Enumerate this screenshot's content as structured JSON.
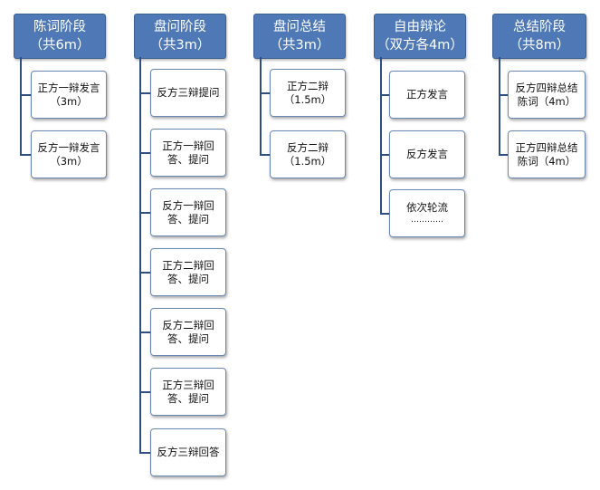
{
  "stages": [
    {
      "title": "陈词阶段",
      "duration": "（共6m）",
      "items": [
        "正方一辩发言（3m）",
        "反方一辩发言（3m）"
      ]
    },
    {
      "title": "盘问阶段",
      "duration": "（共3m）",
      "items": [
        "反方三辩提问",
        "正方一辩回答、提问",
        "反方一辩回答、提问",
        "正方二辩回答、提问",
        "反方二辩回答、提问",
        "正方三辩回答、提问",
        "反方三辩回答"
      ]
    },
    {
      "title": "盘问总结",
      "duration": "（共3m）",
      "items": [
        "正方二辩（1.5m）",
        "反方二辩（1.5m）"
      ]
    },
    {
      "title": "自由辩论",
      "duration": "（双方各4m）",
      "items": [
        "正方发言",
        "反方发言",
        "依次轮流",
        "…………"
      ]
    },
    {
      "title": "总结阶段",
      "duration": "（共8m）",
      "items": [
        "反方四辩总结陈词（4m）",
        "正方四辩总结陈词（4m）"
      ]
    }
  ],
  "colors": {
    "header_bg": "#4f79b6",
    "line": "#2f4f80",
    "box_border": "#6b88b5"
  }
}
